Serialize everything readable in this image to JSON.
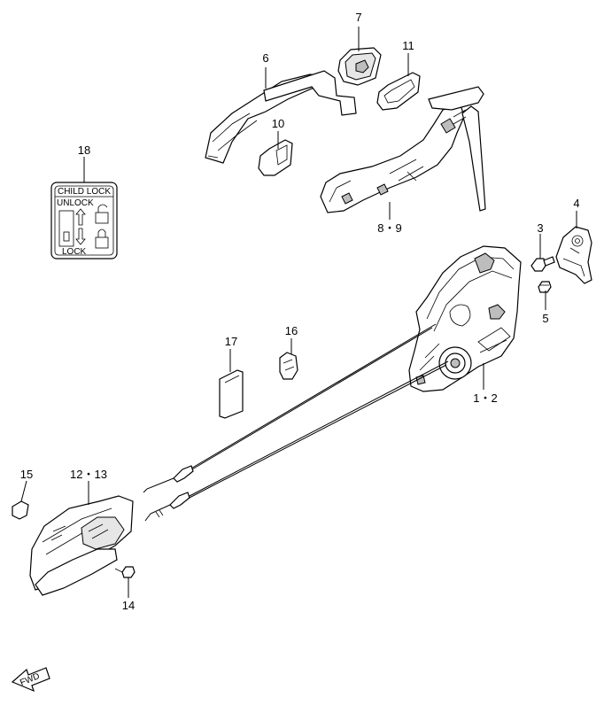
{
  "callouts": {
    "p1_2": "1・2",
    "p3": "3",
    "p4": "4",
    "p5": "5",
    "p6": "6",
    "p7": "7",
    "p8_9": "8・9",
    "p10": "10",
    "p11": "11",
    "p12_13": "12・13",
    "p14": "14",
    "p15": "15",
    "p16": "16",
    "p17": "17",
    "p18": "18"
  },
  "label_18": {
    "title": "CHILD LOCK",
    "unlock": "UNLOCK",
    "lock": "LOCK"
  },
  "fwd": "FWD"
}
